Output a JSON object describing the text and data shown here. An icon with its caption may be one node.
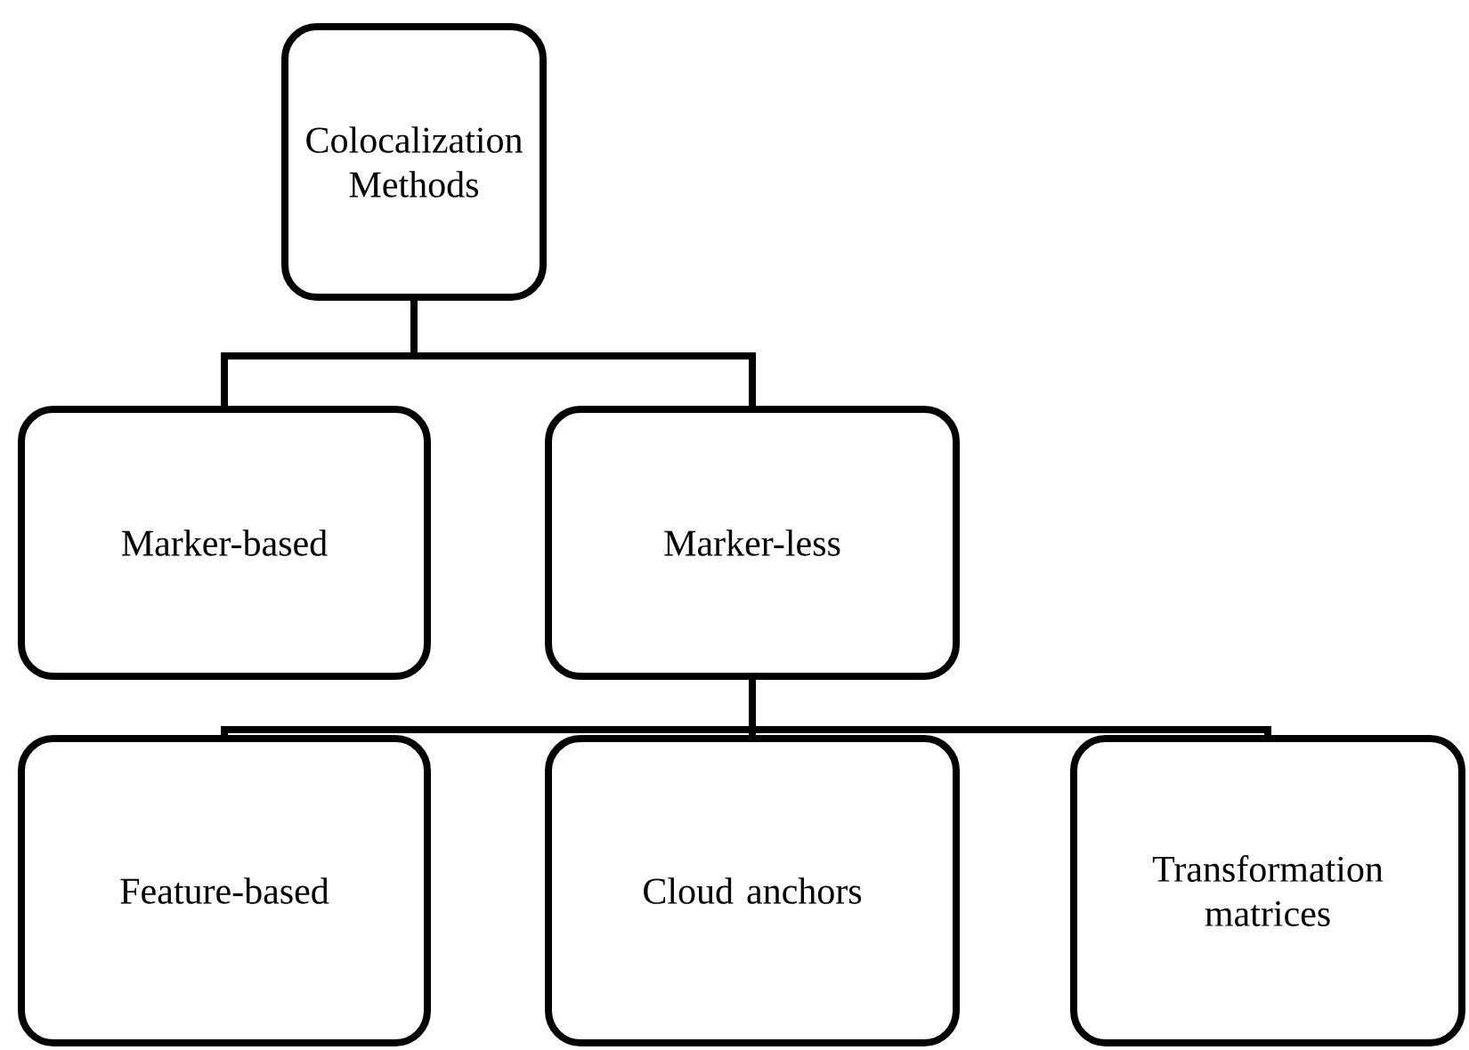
{
  "diagram": {
    "nodes": [
      {
        "text": [
          "Colocalization Methods"
        ]
      },
      {
        "text": [
          "Marker-based"
        ]
      },
      {
        "text": [
          "Marker-less"
        ]
      },
      {
        "text": [
          "Feature-based"
        ]
      },
      {
        "text": [
          "Cloud anchors"
        ]
      },
      {
        "text": [
          "Transformation matrices"
        ]
      }
    ],
    "edges": [
      {
        "from": 0,
        "to": 1,
        "arrow": "none"
      },
      {
        "from": 0,
        "to": 2,
        "arrow": "none"
      },
      {
        "from": 2,
        "to": 3,
        "arrow": "none"
      },
      {
        "from": 2,
        "to": 4,
        "arrow": "none"
      },
      {
        "from": 2,
        "to": 5,
        "arrow": "none"
      }
    ]
  }
}
